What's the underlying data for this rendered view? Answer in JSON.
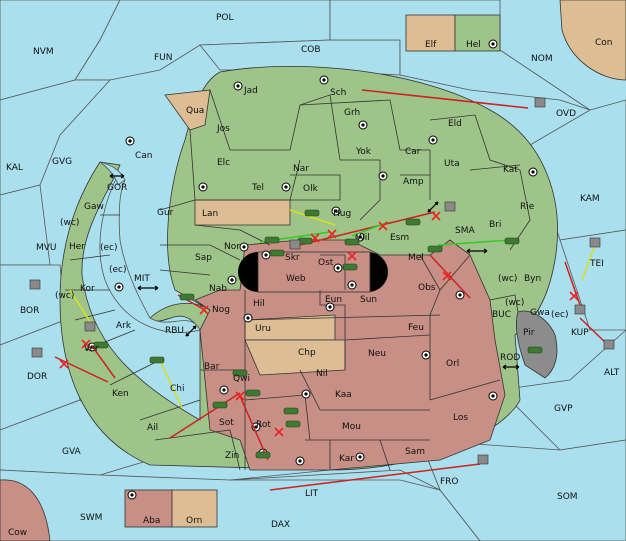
{
  "provinces": {
    "POL": "POL",
    "NVM": "NVM",
    "FUN": "FUN",
    "COB": "COB",
    "NOM": "NOM",
    "Con": "Con",
    "Elf": "Elf",
    "Hel": "Hel",
    "KAL": "KAL",
    "GVG": "GVG",
    "GOR": "GOR",
    "MVU": "MVU",
    "BOR": "BOR",
    "DOR": "DOR",
    "MIT": "MIT",
    "RBU": "RBU",
    "OVD": "OVD",
    "KAM": "KAM",
    "TEI": "TEI",
    "KUP": "KUP",
    "ALT": "ALT",
    "BUC": "BUC",
    "ROD": "ROD",
    "GVP": "GVP",
    "SMA": "SMA",
    "GVA": "GVA",
    "SWM": "SWM",
    "LIT": "LIT",
    "FRO": "FRO",
    "SOM": "SOM",
    "DAX": "DAX",
    "Cow": "Cow",
    "Aba": "Aba",
    "Orn": "Orn",
    "Jad": "Jad",
    "Sch": "Sch",
    "Qua": "Qua",
    "Jos": "Jos",
    "Grh": "Grh",
    "Eld": "Eld",
    "Can": "Can",
    "Yok": "Yok",
    "Car": "Car",
    "Elc": "Elc",
    "Nar": "Nar",
    "Uta": "Uta",
    "Kat": "Kat",
    "Tel": "Tel",
    "Olk": "Olk",
    "Amp": "Amp",
    "Gaw": "Gaw",
    "Gur": "Gur",
    "Hug": "Hug",
    "Rie": "Rie",
    "Lan": "Lan",
    "Wil": "Wil",
    "Esm": "Esm",
    "Bri": "Bri",
    "Her": "Her",
    "Nor": "Nor",
    "Skr": "Skr",
    "Sap": "Sap",
    "Web": "Web",
    "Ost": "Ost",
    "Mel": "Mel",
    "Byn": "Byn",
    "Kor": "Kor",
    "Nab": "Nab",
    "Obs": "Obs",
    "Eun": "Eun",
    "Sun": "Sun",
    "Gwa": "Gwa",
    "Hil": "Hil",
    "Nog": "Nog",
    "Ark": "Ark",
    "Uru": "Uru",
    "Feu": "Feu",
    "Pir": "Pir",
    "Ver": "Ver",
    "Chp": "Chp",
    "Neu": "Neu",
    "Bar": "Bar",
    "Qwi": "Qwi",
    "Orl": "Orl",
    "Ken": "Ken",
    "Chi": "Chi",
    "Nil": "Nil",
    "Kaa": "Kaa",
    "Ail": "Ail",
    "Sot": "Sot",
    "Rot": "Rot",
    "Mou": "Mou",
    "Los": "Los",
    "Zin": "Zin",
    "Kar": "Kar",
    "Sam": "Sam"
  },
  "coast_labels": {
    "wc1": "(wc)",
    "ec1": "(ec)",
    "ec2": "(ec)",
    "wc2": "(wc)",
    "wc3": "(wc)",
    "wc4": "(wc)",
    "ec3": "(ec)"
  },
  "colors": {
    "sea": "#aadfee",
    "neutral_land": "#9fc489",
    "red_power": "#c78f85",
    "tan_power": "#ddbe94",
    "gray_power": "#8c8c8c",
    "unit": "#3f7a32",
    "move_arrow": "#cc2222",
    "support_arrow": "#33cc22",
    "convoy_arrow": "#dddd22"
  }
}
